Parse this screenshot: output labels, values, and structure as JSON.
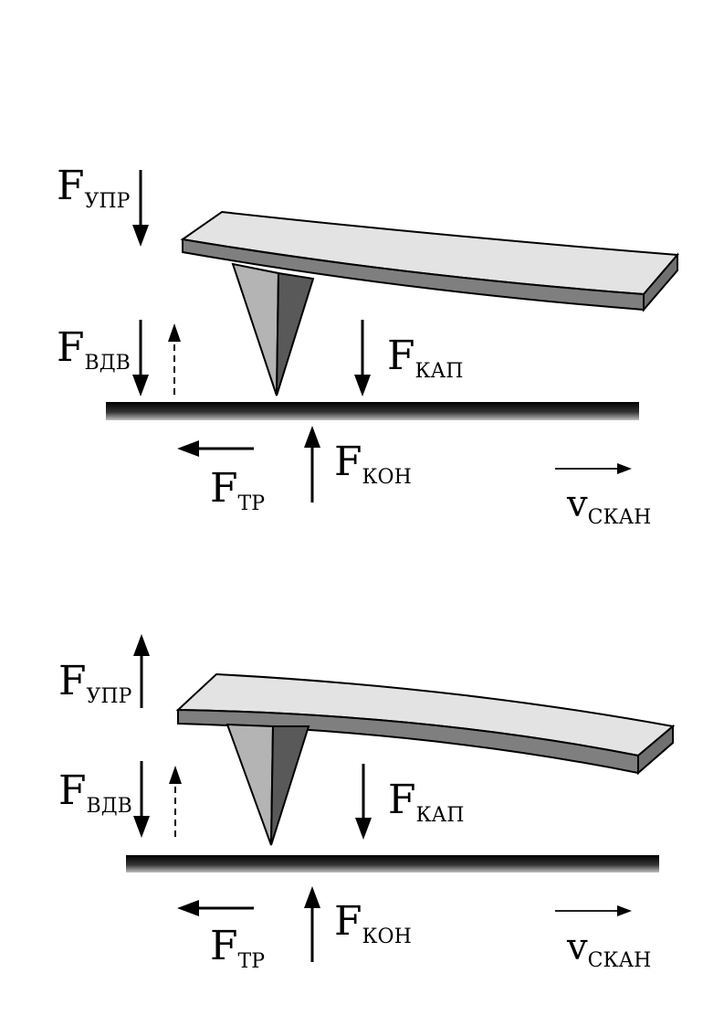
{
  "colors": {
    "beam_top": "#e3e3e3",
    "beam_front": "#7f7f7f",
    "beam_end": "#707070",
    "tip_light": "#b4b4b4",
    "tip_dark": "#595959",
    "surface": "#1a1a1a",
    "arrow": "#000000"
  },
  "diagrams": [
    {
      "name": "cantilever-bent-toward-surface",
      "labels": {
        "f_upr": {
          "main": "F",
          "sub": "УПР"
        },
        "f_vdv": {
          "main": "F",
          "sub": "ВДВ"
        },
        "f_kap": {
          "main": "F",
          "sub": "КАП"
        },
        "f_tr": {
          "main": "F",
          "sub": "ТР"
        },
        "f_kon": {
          "main": "F",
          "sub": "КОН"
        },
        "v_skan": {
          "main": "v",
          "sub": "СКАН"
        }
      }
    },
    {
      "name": "cantilever-bent-away-from-surface",
      "labels": {
        "f_upr": {
          "main": "F",
          "sub": "УПР"
        },
        "f_vdv": {
          "main": "F",
          "sub": "ВДВ"
        },
        "f_kap": {
          "main": "F",
          "sub": "КАП"
        },
        "f_tr": {
          "main": "F",
          "sub": "ТР"
        },
        "f_kon": {
          "main": "F",
          "sub": "КОН"
        },
        "v_skan": {
          "main": "v",
          "sub": "СКАН"
        }
      }
    }
  ]
}
